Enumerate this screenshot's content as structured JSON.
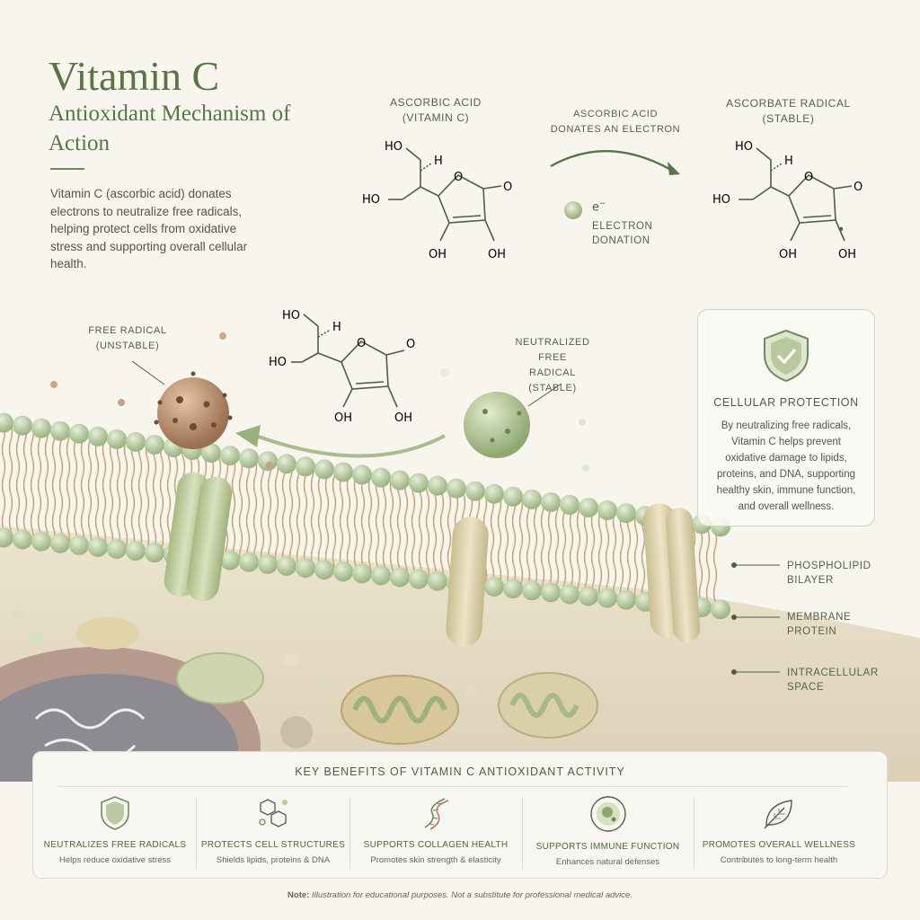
{
  "header": {
    "title": "Vitamin C",
    "subtitle": "Antioxidant Mechanism of Action",
    "intro": "Vitamin C (ascorbic acid) donates electrons to neutralize free radicals, helping protect cells from oxidative stress and supporting overall cellular health."
  },
  "mechanism": {
    "ascorbic_acid_label": "ASCORBIC ACID\n(VITAMIN C)",
    "arrow_label": "ASCORBIC ACID\nDONATES AN ELECTRON",
    "ascorbate_label": "ASCORBATE RADICAL\n(STABLE)",
    "electron_symbol": "e",
    "electron_sup": "−",
    "electron_label": "ELECTRON\nDONATION",
    "molecule": {
      "ho_top": "HO",
      "h": "H",
      "ho_left": "HO",
      "o_ring": "O",
      "o_carbonyl": "O",
      "oh_left": "OH",
      "oh_right": "OH"
    }
  },
  "membrane_scene": {
    "free_radical_label": "FREE RADICAL\n(UNSTABLE)",
    "neutralized_label": "NEUTRALIZED FREE\nRADICAL\n(STABLE)",
    "legend": [
      "PHOSPHOLIPID\nBILAYER",
      "MEMBRANE\nPROTEIN",
      "INTRACELLULAR\nSPACE"
    ]
  },
  "card": {
    "title": "CELLULAR PROTECTION",
    "body": "By neutralizing free radicals, Vitamin C helps prevent oxidative damage to lipids, proteins, and DNA, supporting healthy skin, immune function, and overall wellness."
  },
  "benefits": {
    "title": "KEY BENEFITS OF VITAMIN C ANTIOXIDANT ACTIVITY",
    "items": [
      {
        "icon": "shield-icon",
        "title": "NEUTRALIZES FREE RADICALS",
        "desc": "Helps reduce oxidative stress"
      },
      {
        "icon": "molecule-icon",
        "title": "PROTECTS CELL STRUCTURES",
        "desc": "Shields lipids, proteins & DNA"
      },
      {
        "icon": "dna-icon",
        "title": "SUPPORTS COLLAGEN HEALTH",
        "desc": "Promotes skin strength & elasticity"
      },
      {
        "icon": "immune-cell-icon",
        "title": "SUPPORTS IMMUNE FUNCTION",
        "desc": "Enhances natural defenses"
      },
      {
        "icon": "leaf-icon",
        "title": "PROMOTES OVERALL WELLNESS",
        "desc": "Contributes to long-term health"
      }
    ]
  },
  "note": {
    "label": "Note:",
    "text": "Illustration for educational purposes. Not a substitute for professional medical advice."
  },
  "colors": {
    "accent": "#5a7448",
    "lipid_head": "#b5c79d",
    "protein": "#d9cfa8",
    "background": "#f7f5ee"
  }
}
